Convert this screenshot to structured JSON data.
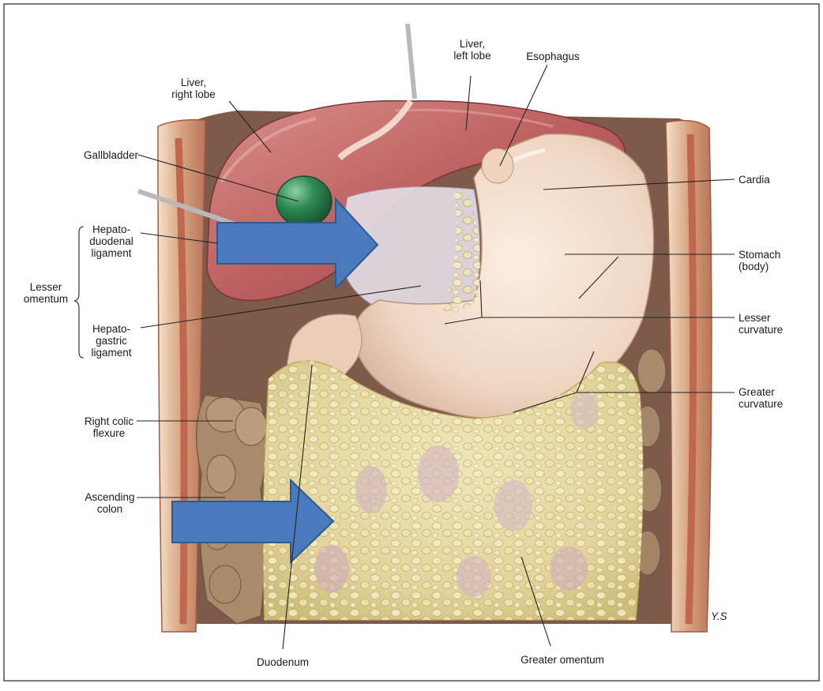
{
  "labels": {
    "liver_right_lobe": [
      "Liver,",
      "right lobe"
    ],
    "liver_left_lobe": [
      "Liver,",
      "left lobe"
    ],
    "esophagus": [
      "Esophagus"
    ],
    "gallbladder": [
      "Gallbladder"
    ],
    "cardia": [
      "Cardia"
    ],
    "hepatoduodenal_ligament": [
      "Hepato-",
      "duodenal",
      "ligament"
    ],
    "stomach_body": [
      "Stomach",
      "(body)"
    ],
    "lesser_omentum": [
      "Lesser",
      "omentum"
    ],
    "lesser_curvature": [
      "Lesser",
      "curvature"
    ],
    "hepatogastric_ligament": [
      "Hepato-",
      "gastric",
      "ligament"
    ],
    "greater_curvature": [
      "Greater",
      "curvature"
    ],
    "right_colic_flexure": [
      "Right colic",
      "flexure"
    ],
    "ascending_colon": [
      "Ascending",
      "colon"
    ],
    "duodenum": [
      "Duodenum"
    ],
    "greater_omentum": [
      "Greater omentum"
    ]
  },
  "signature": "Y.S",
  "colors": {
    "liver": "#b95a5c",
    "liver_highlight": "#d48a86",
    "gallbladder": "#2f8a55",
    "stomach": "#f2dccb",
    "omentum": "#e4d9a0",
    "omentum_dark": "#c9b86a",
    "colon": "#b59a7c",
    "body_wall": "#e8c9ab",
    "muscle": "#c98466",
    "arrow_fill": "#4a7abd",
    "arrow_stroke": "#2e5a94",
    "frame": "#222222"
  }
}
